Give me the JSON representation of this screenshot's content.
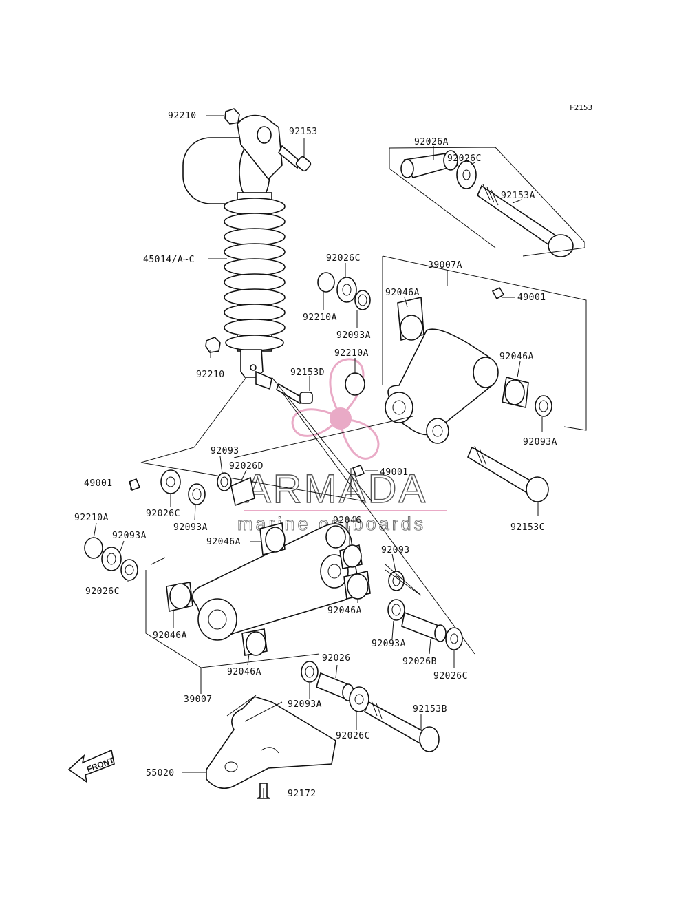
{
  "figure_code": "F2153",
  "front_label": "FRONT",
  "watermark": {
    "brand": "ARMADA",
    "tagline": "marine outboards",
    "accent_color": "#e7a1c0"
  },
  "parts": {
    "p92210_top": "92210",
    "p92153": "92153",
    "p45014": "45014/A~C",
    "p92210_bot": "92210",
    "p92026A": "92026A",
    "p92026C_top": "92026C",
    "p92153A": "92153A",
    "p92026C_mid": "92026C",
    "p92210A_mid": "92210A",
    "p92093A_mid": "92093A",
    "p39007A": "39007A",
    "p49001_right": "49001",
    "p92046A_r1": "92046A",
    "p92210A_r": "92210A",
    "p92153D": "92153D",
    "p92046A_r2": "92046A",
    "p92093A_r": "92093A",
    "p92093_a": "92093",
    "p92026D": "92026D",
    "p49001_left": "49001",
    "p49001_center": "49001",
    "p92026C_l": "92026C",
    "p92093A_l": "92093A",
    "p92046": "92046",
    "p92210A_l": "92210A",
    "p92093A_l2": "92093A",
    "p92046A_c": "92046A",
    "p92093_b": "92093",
    "p92026C_l2": "92026C",
    "p92046A_c2": "92046A",
    "p92153C": "92153C",
    "p92046A_l": "92046A",
    "p92093A_c": "92093A",
    "p92026B": "92026B",
    "p92026C_c": "92026C",
    "p92046A_b": "92046A",
    "p92026": "92026",
    "p39007": "39007",
    "p92093A_b": "92093A",
    "p92153B": "92153B",
    "p92026C_b": "92026C",
    "p55020": "55020",
    "p92172": "92172"
  }
}
